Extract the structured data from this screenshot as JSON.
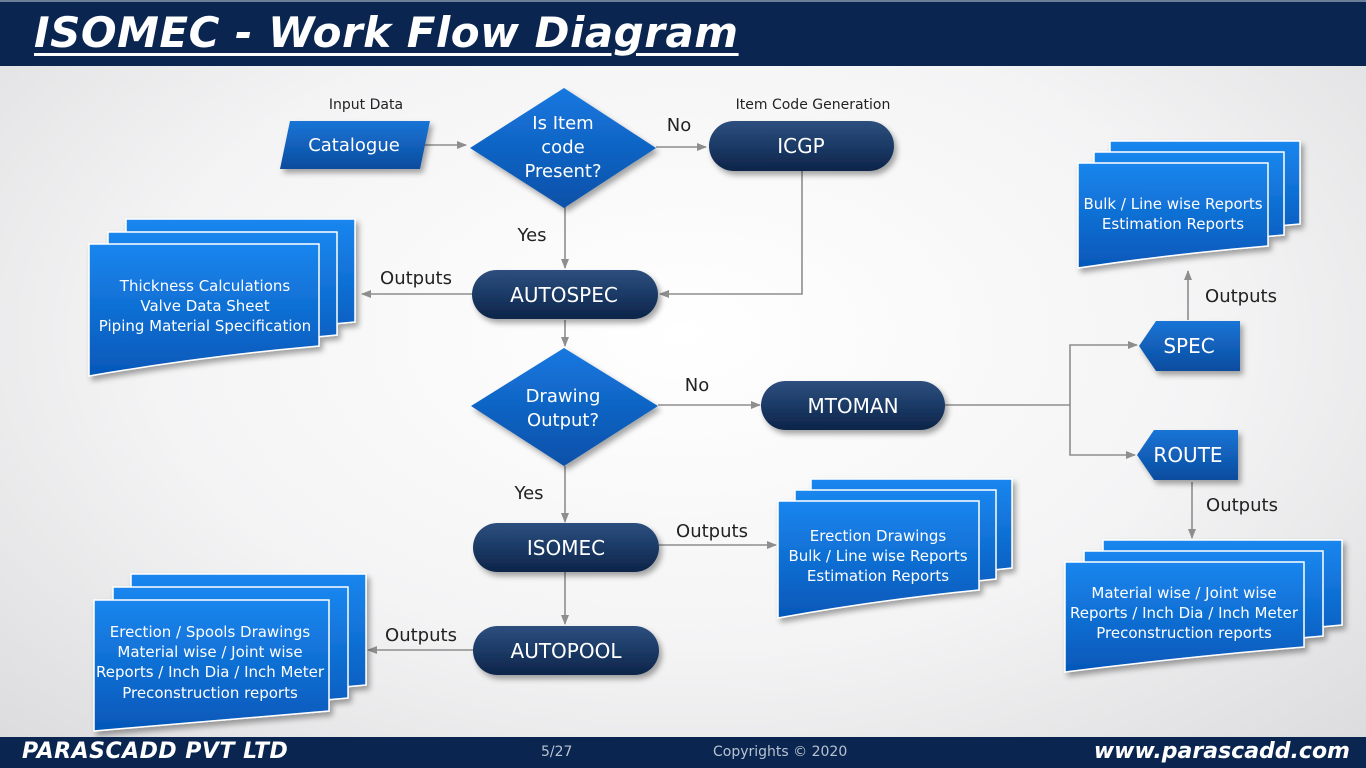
{
  "header": {
    "title": "ISOMEC - Work Flow Diagram"
  },
  "diagram": {
    "input_data_label": "Input Data",
    "catalogue": "Catalogue",
    "decision_item": [
      "Is Item",
      "code",
      "Present?"
    ],
    "no_label_1": "No",
    "item_code_label": "Item Code Generation",
    "icgp": "ICGP",
    "yes_label_1": "Yes",
    "outputs_autospec": "Outputs",
    "autospec_docs": [
      "Thickness Calculations",
      "Valve Data Sheet",
      "Piping Material Specification"
    ],
    "autospec": "AUTOSPEC",
    "decision_drawing": [
      "Drawing",
      "Output?"
    ],
    "no_label_2": "No",
    "mtoman": "MTOMAN",
    "yes_label_2": "Yes",
    "isomec": "ISOMEC",
    "outputs_isomec": "Outputs",
    "isomec_docs": [
      "Erection Drawings",
      "Bulk / Line wise Reports",
      "Estimation Reports"
    ],
    "autopool": "AUTOPOOL",
    "outputs_autopool": "Outputs",
    "autopool_docs": [
      "Erection / Spools Drawings",
      "Material wise / Joint wise",
      "Reports / Inch Dia / Inch Meter",
      "Preconstruction reports"
    ],
    "spec": "SPEC",
    "outputs_spec": "Outputs",
    "spec_docs": [
      "Bulk / Line wise Reports",
      "Estimation Reports"
    ],
    "route": "ROUTE",
    "outputs_route": "Outputs",
    "route_docs": [
      "Material wise / Joint wise",
      "Reports / Inch Dia / Inch Meter",
      "Preconstruction reports"
    ]
  },
  "footer": {
    "company": "PARASCADD PVT LTD",
    "page": "5/27",
    "copyright": "Copyrights © 2020",
    "website": "www.parascadd.com"
  },
  "colors": {
    "header_bg": "#0a2650",
    "terminator": "#1b3a66",
    "decision": "#0b63c9",
    "document": "#0a6fd8",
    "arrow": "#8e8e8e"
  }
}
